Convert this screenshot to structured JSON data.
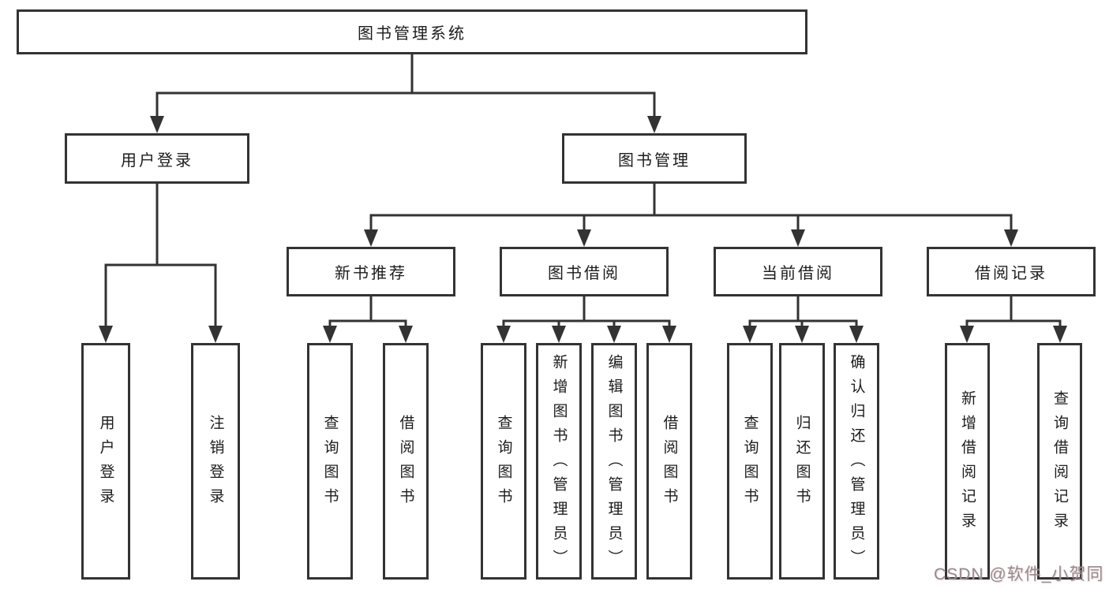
{
  "colors": {
    "line": "#333333",
    "box_border": "#333333",
    "box_fill": "#ffffff",
    "text": "#1c1c1c",
    "watermark": "#8f8f8f"
  },
  "diagram": {
    "root": {
      "label": "图书管理系统"
    },
    "branches": [
      {
        "label": "用户登录",
        "children": [
          {
            "label": "用户登录"
          },
          {
            "label": "注销登录"
          }
        ]
      },
      {
        "label": "图书管理",
        "groups": [
          {
            "label": "新书推荐",
            "children": [
              {
                "label": "查询图书"
              },
              {
                "label": "借阅图书"
              }
            ]
          },
          {
            "label": "图书借阅",
            "children": [
              {
                "label": "查询图书"
              },
              {
                "label": "新增图书（管理员）"
              },
              {
                "label": "编辑图书（管理员）"
              },
              {
                "label": "借阅图书"
              }
            ]
          },
          {
            "label": "当前借阅",
            "children": [
              {
                "label": "查询图书"
              },
              {
                "label": "归还图书"
              },
              {
                "label": "确认归还（管理员）"
              }
            ]
          },
          {
            "label": "借阅记录",
            "children": [
              {
                "label": "新增借阅记录"
              },
              {
                "label": "查询借阅记录"
              }
            ]
          }
        ]
      }
    ]
  },
  "watermark": {
    "text": "CSDN @软件_小贺同学"
  }
}
